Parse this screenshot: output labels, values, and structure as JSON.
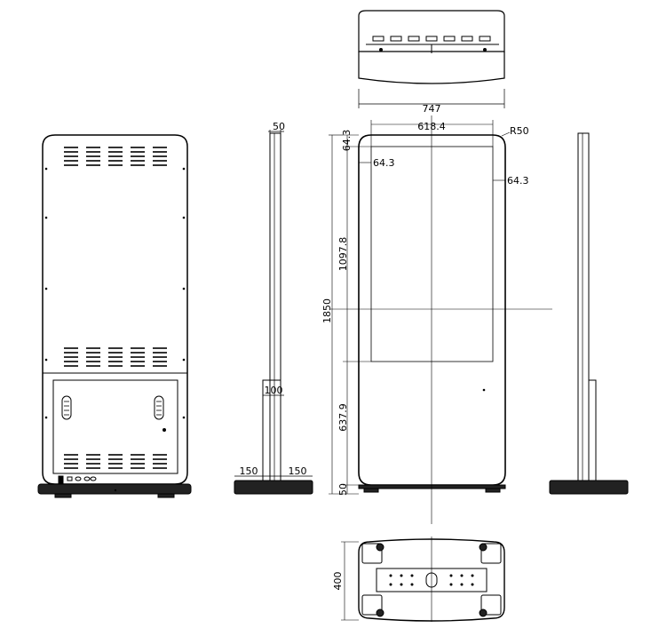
{
  "dimensions": {
    "overall_width": "747",
    "screen_width": "618.4",
    "corner_radius": "R50",
    "bezel_left": "64.3",
    "bezel_right": "64.3",
    "bezel_top": "64.3",
    "screen_height": "1097.8",
    "overall_height": "1850",
    "lower_section_height": "637.9",
    "foot_height": "50",
    "side_top_thickness": "50",
    "side_column_width": "100",
    "base_left_extent": "150",
    "base_right_extent": "150",
    "base_depth": "400"
  }
}
